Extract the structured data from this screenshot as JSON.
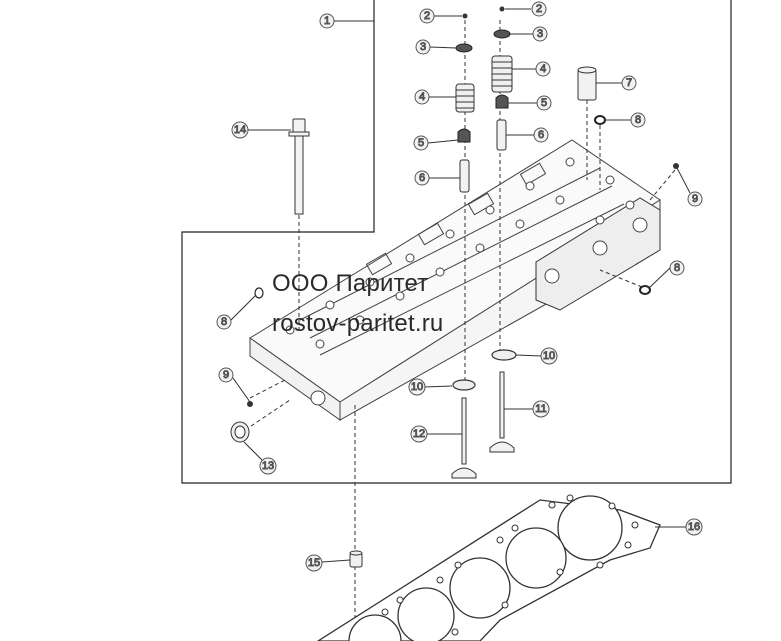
{
  "watermark": {
    "line1": "ООО Паритет",
    "line2": "rostov-paritet.ru"
  },
  "callouts": {
    "c1": "1",
    "c2a": "2",
    "c2b": "2",
    "c3a": "3",
    "c3b": "3",
    "c4a": "4",
    "c4b": "4",
    "c5a": "5",
    "c5b": "5",
    "c6a": "6",
    "c6b": "6",
    "c7": "7",
    "c8a": "8",
    "c8b": "8",
    "c8c": "8",
    "c9a": "9",
    "c9b": "9",
    "c10a": "10",
    "c10b": "10",
    "c11": "11",
    "c12": "12",
    "c13": "13",
    "c14": "14",
    "c15": "15",
    "c16": "16"
  },
  "colors": {
    "line": "#222222",
    "callout_fill": "#f2f2f2",
    "callout_stroke": "#555555",
    "part_dark": "#333333"
  }
}
